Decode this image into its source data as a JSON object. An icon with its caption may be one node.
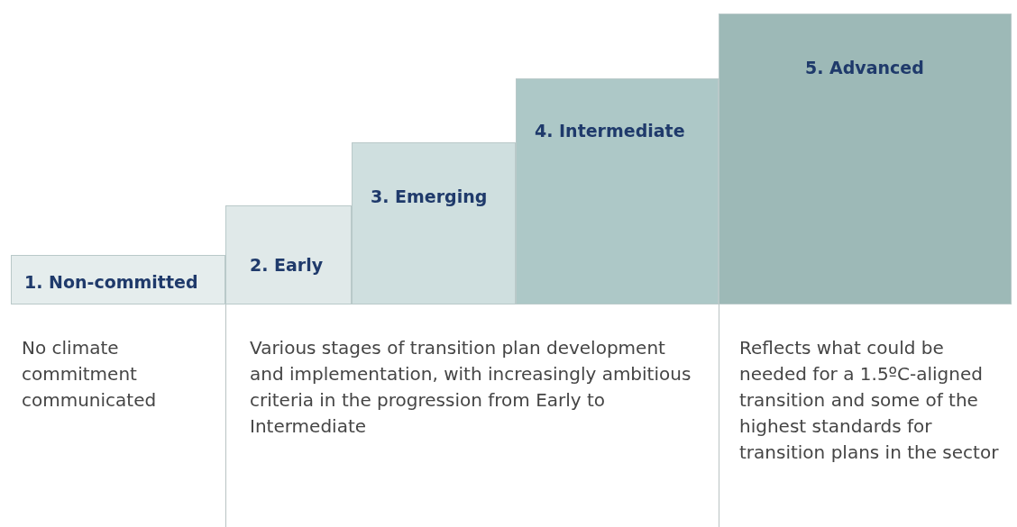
{
  "diagram": {
    "nodes": [
      {
        "text": [
          "1. Non-committed"
        ]
      },
      {
        "text": [
          "2. Early"
        ]
      },
      {
        "text": [
          "3. Emerging"
        ]
      },
      {
        "text": [
          "4. Intermediate"
        ]
      },
      {
        "text": [
          "5. Advanced"
        ]
      }
    ],
    "labels": [
      "No climate commitment communicated",
      "Various stages of transition plan development and implementation, with increasingly ambitious criteria in the progression from Early to Intermediate",
      "Reflects what could be needed for a 1.5ºC-aligned transition and some of the highest standards for transition plans in the sector"
    ]
  }
}
